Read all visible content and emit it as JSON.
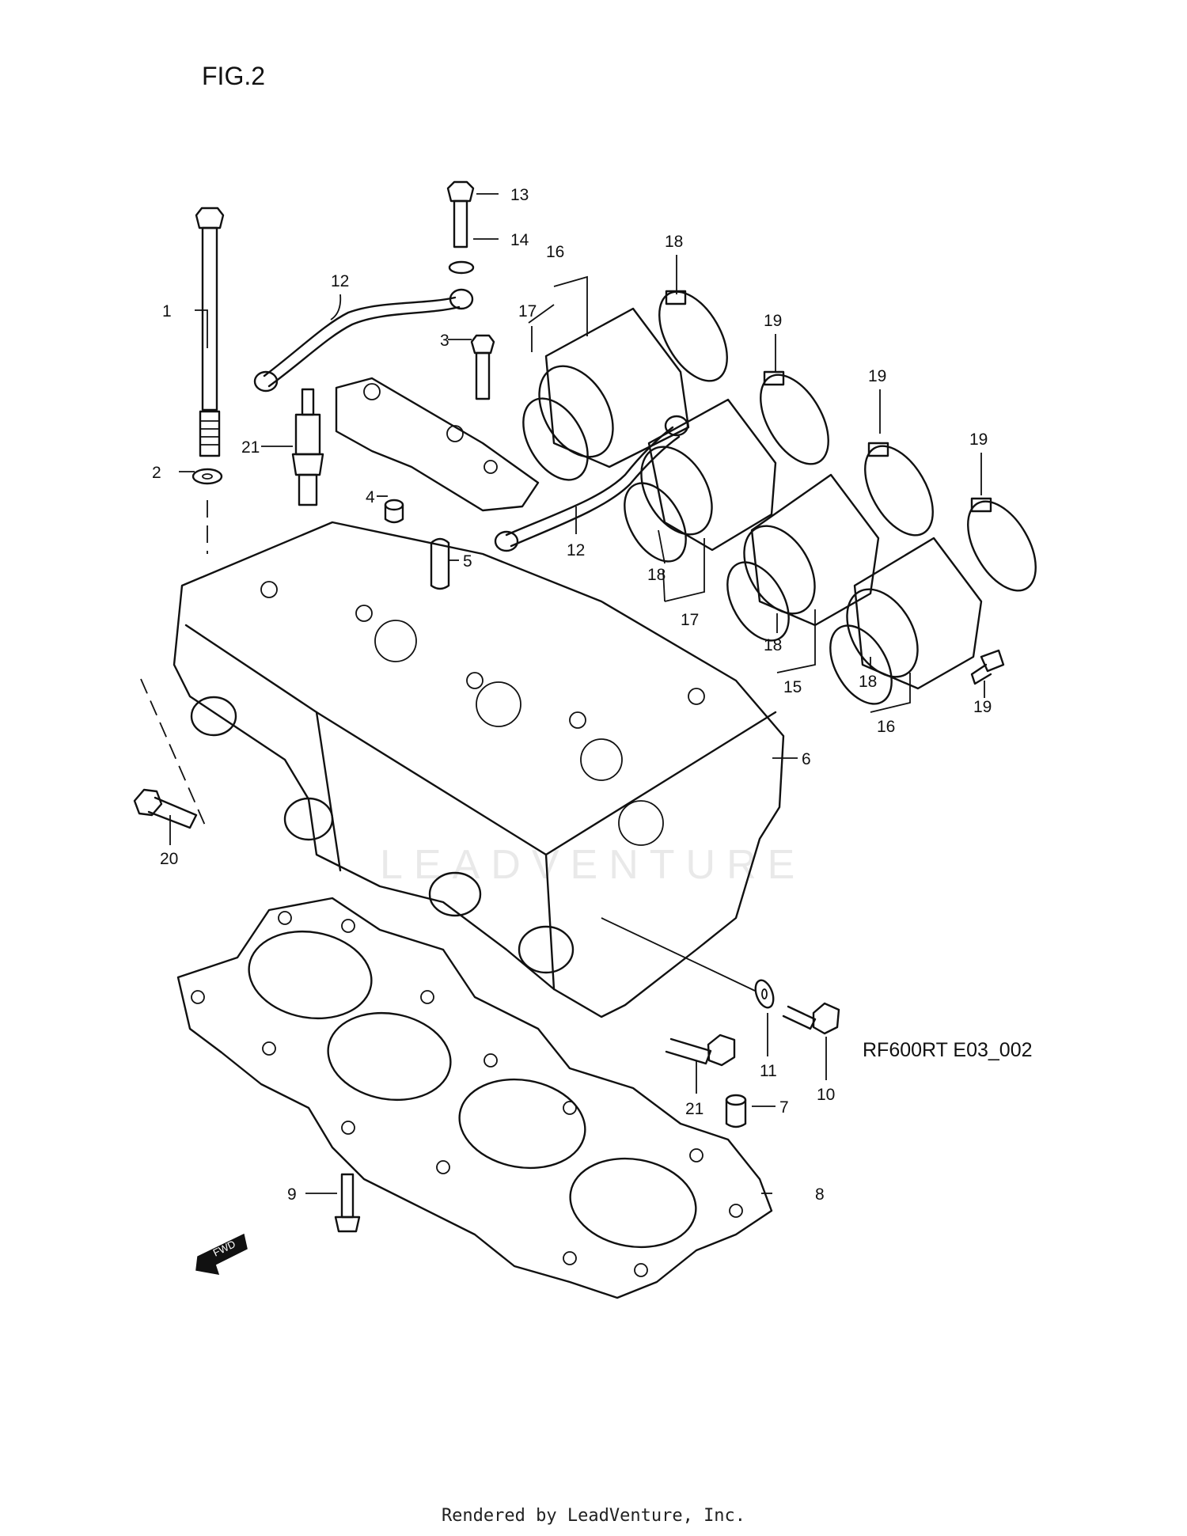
{
  "figure": {
    "title": "FIG.2",
    "code": "RF600RT E03_002"
  },
  "watermark": "LEADVENTURE",
  "fwd_label": "FWD",
  "footer": "Rendered by LeadVenture, Inc.",
  "callouts": [
    "1",
    "2",
    "3",
    "4",
    "5",
    "6",
    "7",
    "8",
    "9",
    "10",
    "11",
    "12",
    "12",
    "13",
    "14",
    "15",
    "16",
    "16",
    "17",
    "17",
    "18",
    "18",
    "18",
    "18",
    "19",
    "19",
    "19",
    "19",
    "20",
    "21",
    "21"
  ],
  "parts": [
    "cylinder-head",
    "valve-guide-dowel",
    "head-bolt",
    "dowel-pin",
    "head-gasket",
    "dowel-sleeve",
    "gasket-bolt",
    "cylinder-stud-bolt",
    "washer",
    "exhaust-bolt",
    "washer",
    "oil-pipe",
    "pipe-bolt",
    "pipe-washer",
    "spark-plug",
    "intake-pipe",
    "intake-pipe",
    "intake-o-ring",
    "intake-clamp",
    "clamp-screw",
    "stud-bolt"
  ]
}
